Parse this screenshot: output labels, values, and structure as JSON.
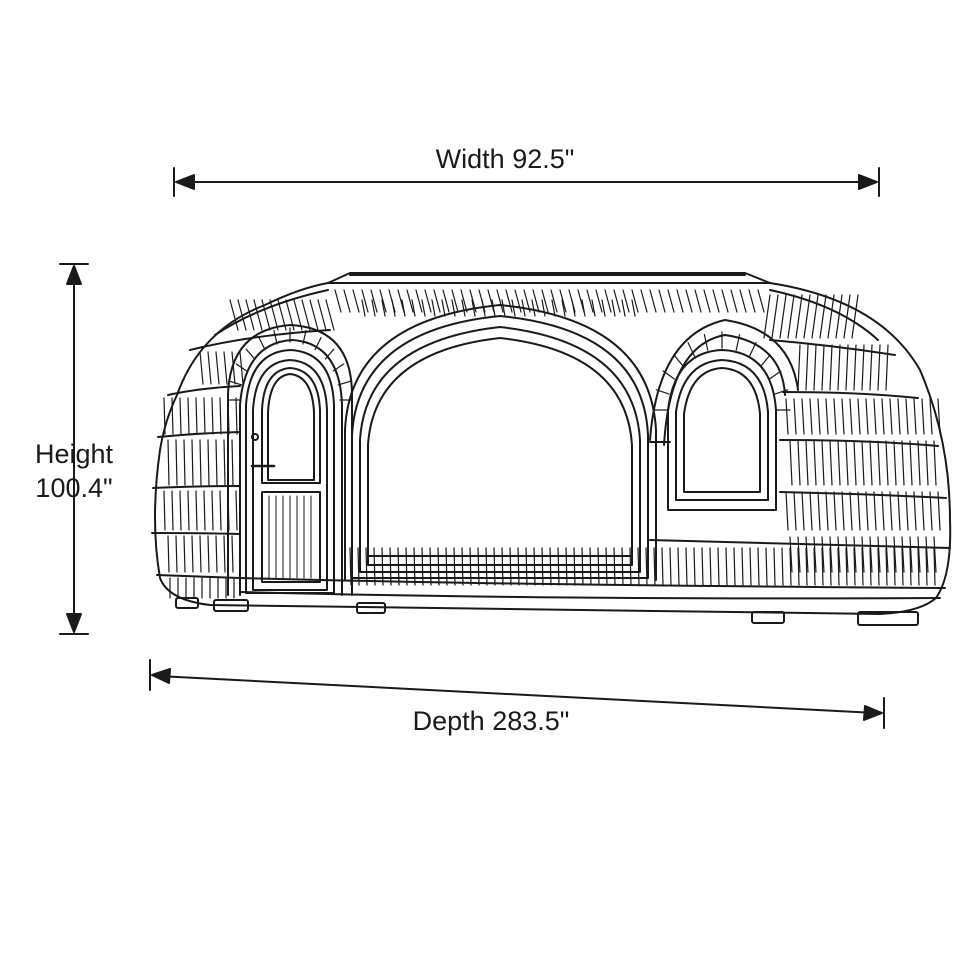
{
  "dimensions": {
    "width_label": "Width 92.5\"",
    "height_label_line1": "Height",
    "height_label_line2": "100.4\"",
    "depth_label": "Depth 283.5\""
  },
  "colors": {
    "line": "#1a1a1a",
    "background": "#ffffff"
  }
}
